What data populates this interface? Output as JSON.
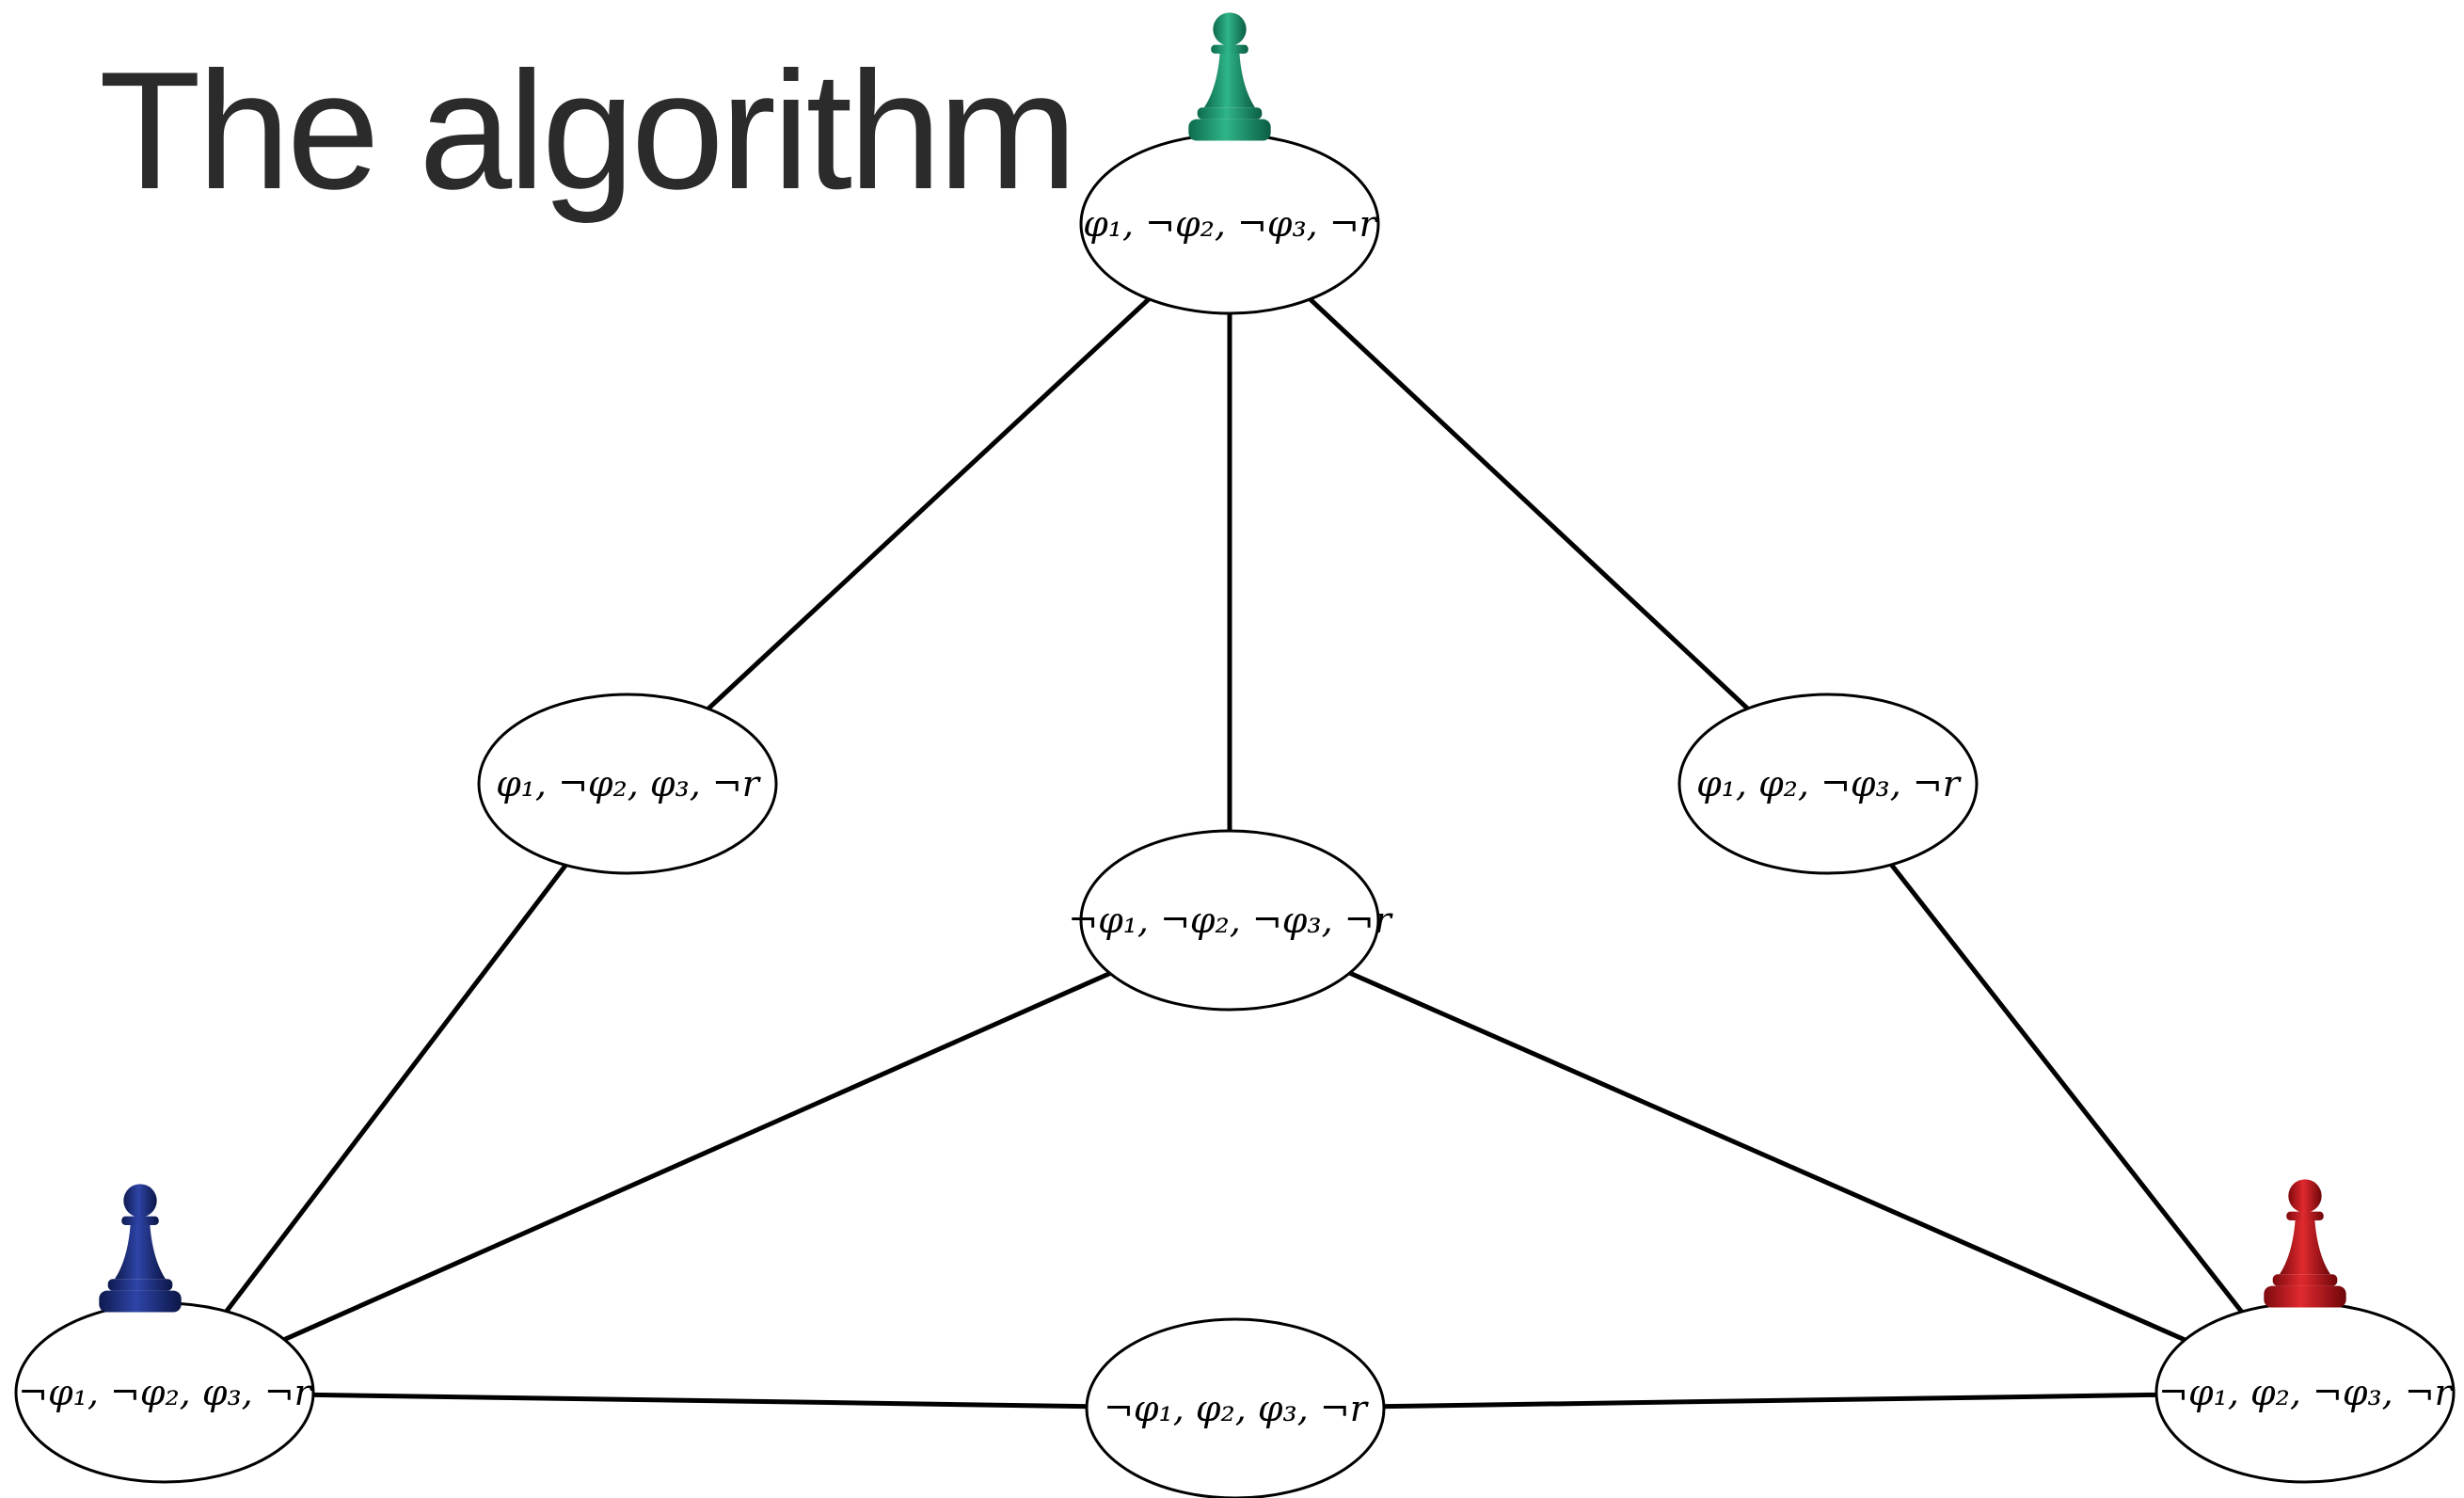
{
  "slide": {
    "title": "The algorithm"
  },
  "graph": {
    "nodes": [
      {
        "id": "top",
        "label": "φ₁, ¬φ₂, ¬φ₃, ¬r"
      },
      {
        "id": "left-mid",
        "label": "φ₁, ¬φ₂, φ₃, ¬r"
      },
      {
        "id": "center",
        "label": "¬φ₁, ¬φ₂, ¬φ₃, ¬r"
      },
      {
        "id": "right-mid",
        "label": "φ₁, φ₂, ¬φ₃, ¬r"
      },
      {
        "id": "bottom-left",
        "label": "¬φ₁, ¬φ₂, φ₃, ¬r"
      },
      {
        "id": "bottom-mid",
        "label": "¬φ₁, φ₂, φ₃, ¬r"
      },
      {
        "id": "bottom-right",
        "label": "¬φ₁, φ₂, ¬φ₃, ¬r"
      }
    ],
    "edges": [
      [
        "top",
        "left-mid"
      ],
      [
        "top",
        "center"
      ],
      [
        "top",
        "right-mid"
      ],
      [
        "left-mid",
        "bottom-left"
      ],
      [
        "right-mid",
        "bottom-right"
      ],
      [
        "center",
        "bottom-left"
      ],
      [
        "center",
        "bottom-right"
      ],
      [
        "bottom-left",
        "bottom-mid"
      ],
      [
        "bottom-mid",
        "bottom-right"
      ]
    ],
    "pawns": [
      {
        "id": "green-pawn",
        "on": "top",
        "color": "#1a8f6a"
      },
      {
        "id": "blue-pawn",
        "on": "bottom-left",
        "color": "#1f2f7a"
      },
      {
        "id": "red-pawn",
        "on": "bottom-right",
        "color": "#c0141a"
      }
    ]
  }
}
